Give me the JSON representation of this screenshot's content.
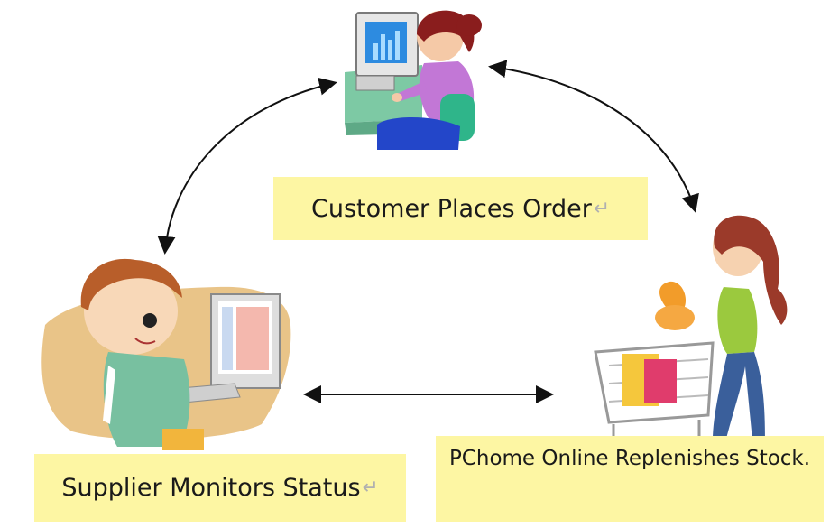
{
  "labels": {
    "customer": "Customer Places Order",
    "supplier": "Supplier Monitors Status",
    "pchome": "PChome Online Replenishes Stock."
  },
  "marks": {
    "customer": "↵",
    "supplier": "↵"
  },
  "colors": {
    "label_background": "#fdf6a3",
    "arrows": "#111111"
  },
  "icons": {
    "customer": "woman-at-computer-illustration",
    "supplier": "man-at-computer-illustration",
    "pchome": "woman-with-shopping-cart-illustration"
  }
}
